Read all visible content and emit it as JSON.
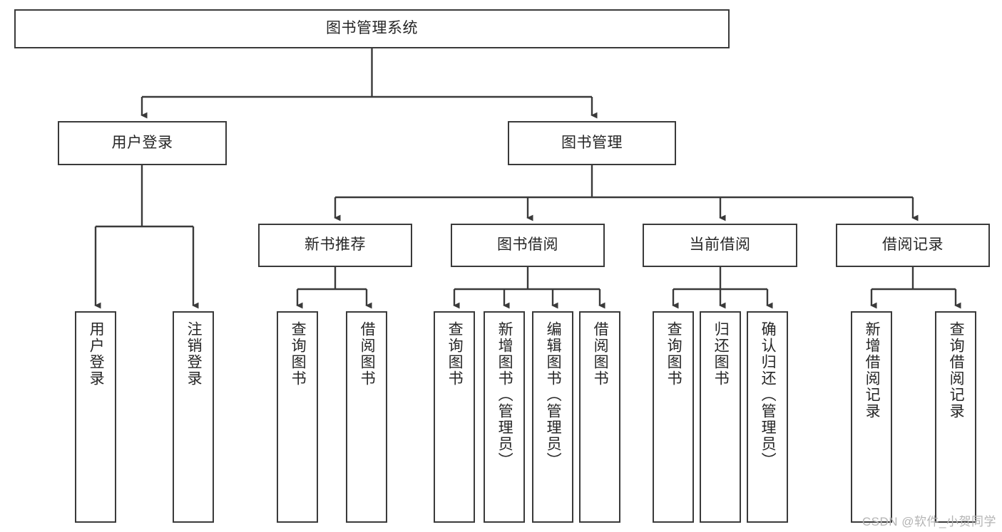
{
  "diagram": {
    "title": "图书管理系统",
    "type": "tree-hierarchy",
    "colors": {
      "box_border": "#3a3a3a",
      "box_fill": "#ffffff",
      "connector": "#3a3a3a",
      "text": "#262626",
      "watermark": "#b4b4b4",
      "background": "#ffffff"
    },
    "root": {
      "label": "图书管理系统"
    },
    "level1": [
      {
        "label": "用户登录"
      },
      {
        "label": "图书管理"
      }
    ],
    "level2": [
      {
        "label": "新书推荐"
      },
      {
        "label": "图书借阅"
      },
      {
        "label": "当前借阅"
      },
      {
        "label": "借阅记录"
      }
    ],
    "leaves": {
      "user_login": [
        {
          "label": "用户登录"
        },
        {
          "label": "注销登录"
        }
      ],
      "new_book_recommend": [
        {
          "label": "查询图书"
        },
        {
          "label": "借阅图书"
        }
      ],
      "book_borrow": [
        {
          "label": "查询图书"
        },
        {
          "label": "新增图书（管理员）"
        },
        {
          "label": "编辑图书（管理员）"
        },
        {
          "label": "借阅图书"
        }
      ],
      "current_borrow": [
        {
          "label": "查询图书"
        },
        {
          "label": "归还图书"
        },
        {
          "label": "确认归还（管理员）"
        }
      ],
      "borrow_record": [
        {
          "label": "新增借阅记录"
        },
        {
          "label": "查询借阅记录"
        }
      ]
    }
  },
  "watermark": {
    "text": "CSDN @软件_小贺同学"
  }
}
